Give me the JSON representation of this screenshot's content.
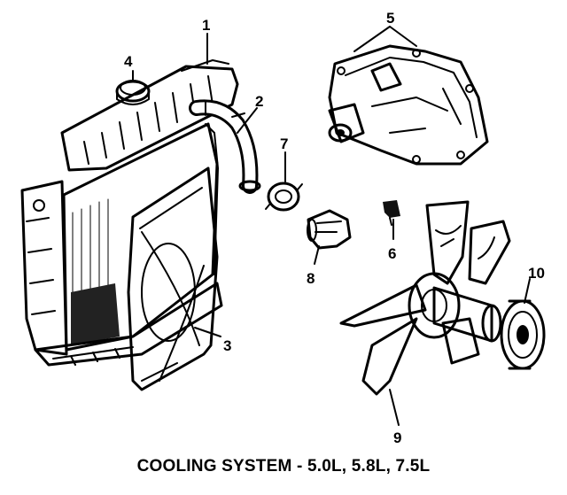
{
  "caption": "COOLING SYSTEM - 5.0L, 5.8L, 7.5L",
  "callouts": {
    "c1": "1",
    "c2": "2",
    "c3": "3",
    "c4": "4",
    "c5": "5",
    "c6": "6",
    "c7": "7",
    "c8": "8",
    "c9": "9",
    "c10": "10"
  }
}
